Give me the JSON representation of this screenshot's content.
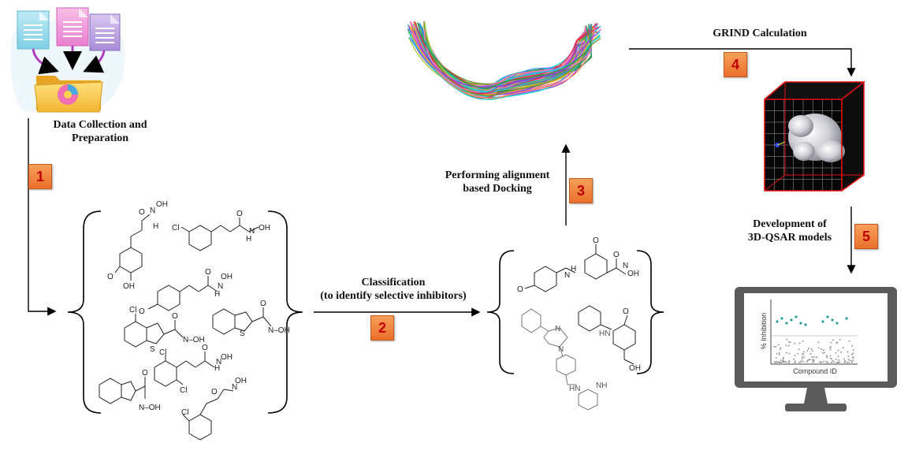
{
  "labels": {
    "data_collection": [
      "Data Collection and",
      "Preparation"
    ],
    "classification": [
      "Classification",
      "(to identify selective inhibitors)"
    ],
    "docking": [
      "Performing alignment",
      "based Docking"
    ],
    "grind": "GRIND Calculation",
    "qsar": [
      "Development of",
      "3D-QSAR models"
    ]
  },
  "steps": [
    "1",
    "2",
    "3",
    "4",
    "5"
  ],
  "plot": {
    "ylabel": "% Inhibition",
    "xlabel": "Compound ID"
  },
  "chem_atoms": {
    "o": "O",
    "oh": "OH",
    "h": "H",
    "n": "N",
    "nh": "NH",
    "cl": "Cl",
    "s": "S",
    "n_oh": "N–OH",
    "hn": "HN",
    "h_n": "H\nN"
  },
  "colors": {
    "badge": "#ef7f36",
    "badge_text": "#c00000",
    "arrow": "#000000",
    "cube_edge": "#e01010",
    "plot_teal": "#2a9d9a",
    "plot_gray": "#9a9a9a",
    "folder": "#f4c542"
  }
}
